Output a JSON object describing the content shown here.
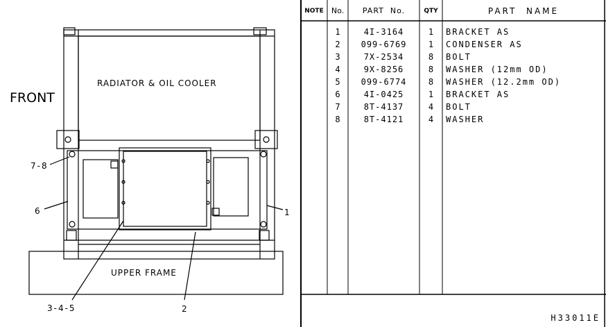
{
  "diagram": {
    "front_label": "FRONT",
    "radiator_label": "RADIATOR & OIL COOLER",
    "upper_frame_label": "UPPER FRAME",
    "callouts": {
      "c78": "7-8",
      "c6": "6",
      "c1": "1",
      "c345": "3-4-5",
      "c2": "2"
    }
  },
  "table": {
    "headers": {
      "note": "NOTE",
      "no": "No.",
      "part_no": "PART  No.",
      "qty": "QTY",
      "part_name": "PART  NAME"
    },
    "rows": [
      {
        "no": "1",
        "part": "4I-3164",
        "qty": "1",
        "name": "BRACKET AS"
      },
      {
        "no": "2",
        "part": "099-6769",
        "qty": "1",
        "name": "CONDENSER AS"
      },
      {
        "no": "3",
        "part": "7X-2534",
        "qty": "8",
        "name": "BOLT"
      },
      {
        "no": "4",
        "part": "9X-8256",
        "qty": "8",
        "name": "WASHER (12mm OD)"
      },
      {
        "no": "5",
        "part": "099-6774",
        "qty": "8",
        "name": "WASHER (12.2mm OD)"
      },
      {
        "no": "6",
        "part": "4I-0425",
        "qty": "1",
        "name": "BRACKET AS"
      },
      {
        "no": "7",
        "part": "8T-4137",
        "qty": "4",
        "name": "BOLT"
      },
      {
        "no": "8",
        "part": "8T-4121",
        "qty": "4",
        "name": "WASHER"
      }
    ]
  },
  "footer": {
    "code": "H33011E"
  }
}
